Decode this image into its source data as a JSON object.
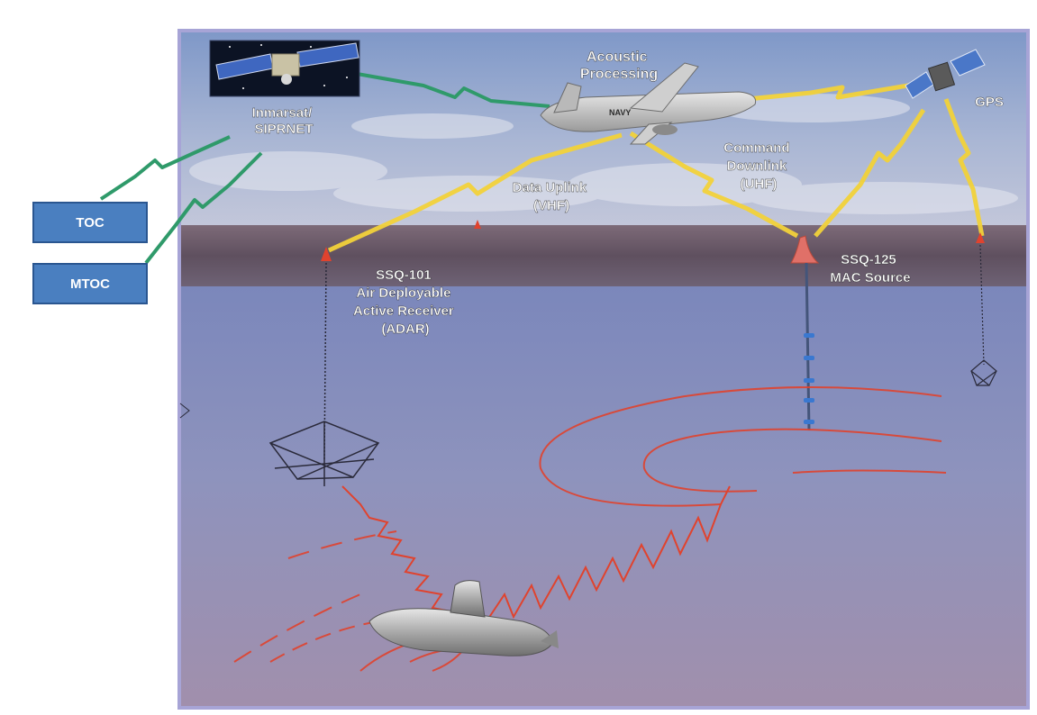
{
  "nodes": {
    "satellite_label": [
      "Inmarsat/",
      "SIPRNET"
    ],
    "aircraft_label": [
      "Acoustic",
      "Processing"
    ],
    "gps_label": "GPS",
    "toc_label": "TOC",
    "mtoc_label": "MTOC",
    "uplink_label": [
      "Data Uplink",
      "(VHF)"
    ],
    "downlink_label": [
      "Command",
      "Downlink",
      "(UHF)"
    ],
    "mac_label": [
      "SSQ-125",
      "MAC Source"
    ],
    "adar_label": [
      "SSQ-101",
      "Air Deployable",
      "Active Receiver",
      "(ADAR)"
    ],
    "aircraft_marking": "NAVY"
  },
  "colors": {
    "sky_top": "#8fa6cf",
    "sky_bottom": "#aebad6",
    "sea_surface": "#6b5a6e",
    "water": "#8a94bf",
    "frame": "#a7a4d6",
    "box_fill": "#4a7fc0",
    "green_link": "#2f9a6a",
    "yellow_link": "#f2d23a",
    "sonar_red": "#e0432e"
  }
}
